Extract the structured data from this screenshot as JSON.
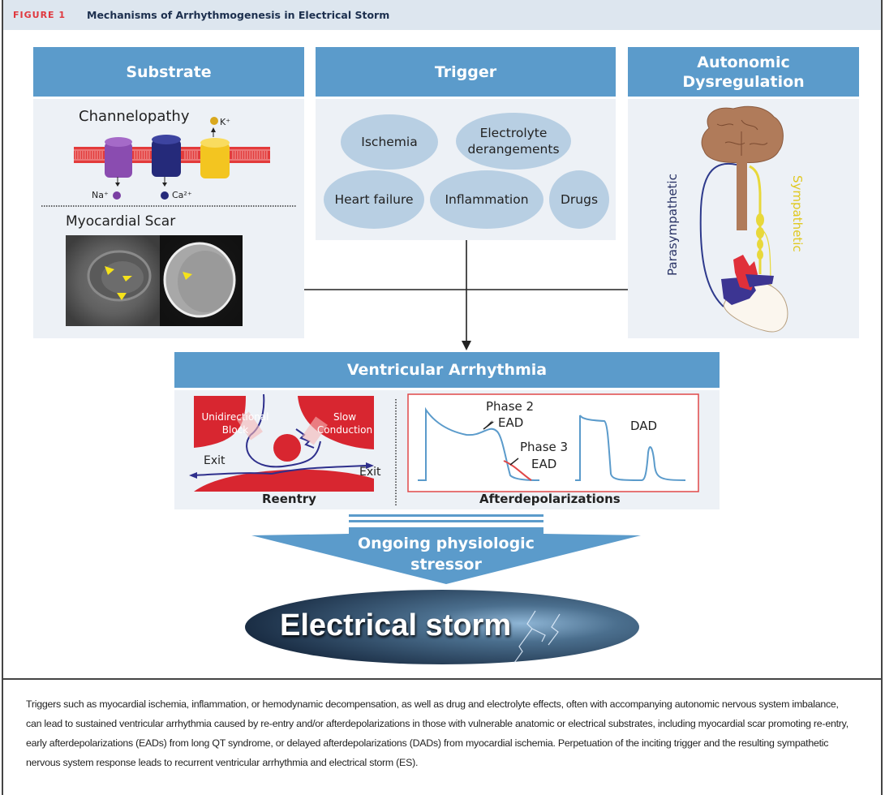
{
  "figure": {
    "label": "FIGURE 1",
    "title": "Mechanisms of Arrhythmogenesis in Electrical Storm"
  },
  "substrate": {
    "header": "Substrate",
    "channelopathy_label": "Channelopathy",
    "ions": {
      "k": "K⁺",
      "na": "Na⁺",
      "ca": "Ca²⁺"
    },
    "scar_label": "Myocardial Scar"
  },
  "trigger": {
    "header": "Trigger",
    "items": [
      "Ischemia",
      "Electrolyte derangements",
      "Heart failure",
      "Inflammation",
      "Drugs"
    ]
  },
  "autonomic": {
    "header_line1": "Autonomic",
    "header_line2": "Dysregulation",
    "parasympathetic": "Parasympathetic",
    "sympathetic": "Sympathetic"
  },
  "ventricular": {
    "header": "Ventricular Arrhythmia",
    "reentry": {
      "unidirectional_1": "Unidirectional",
      "unidirectional_2": "Block",
      "slow_1": "Slow",
      "slow_2": "Conduction",
      "exit_left": "Exit",
      "exit_right": "Exit",
      "caption": "Reentry"
    },
    "afterdep": {
      "phase2": "Phase 2",
      "ead1": "EAD",
      "phase3": "Phase 3",
      "ead2": "EAD",
      "dad": "DAD",
      "caption": "Afterdepolarizations"
    }
  },
  "stressor": {
    "line1": "Ongoing physiologic",
    "line2": "stressor"
  },
  "storm": {
    "label": "Electrical storm"
  },
  "caption_text": "Triggers such as myocardial ischemia, inflammation, or hemodynamic decompensation, as well as drug and electrolyte effects, often with accompanying autonomic nervous system imbalance, can lead to sustained ventricular arrhythmia caused by re-entry and/or afterdepolarizations in those with vulnerable anatomic or electrical substrates, including myocardial scar promoting re-entry, early afterdepolarizations (EADs) from long QT syndrome, or delayed afterdepolarizations (DADs) from myocardial ischemia. Perpetuation of the inciting trigger and the resulting sympathetic nervous system response leads to recurrent ventricular arrhythmia and electrical storm (ES).",
  "colors": {
    "header_blue": "#5b9bcb",
    "panel_bg": "#edf1f6",
    "ellipse": "#b8cfe3",
    "figure_red": "#e0383e",
    "title_navy": "#1c2f4e"
  }
}
